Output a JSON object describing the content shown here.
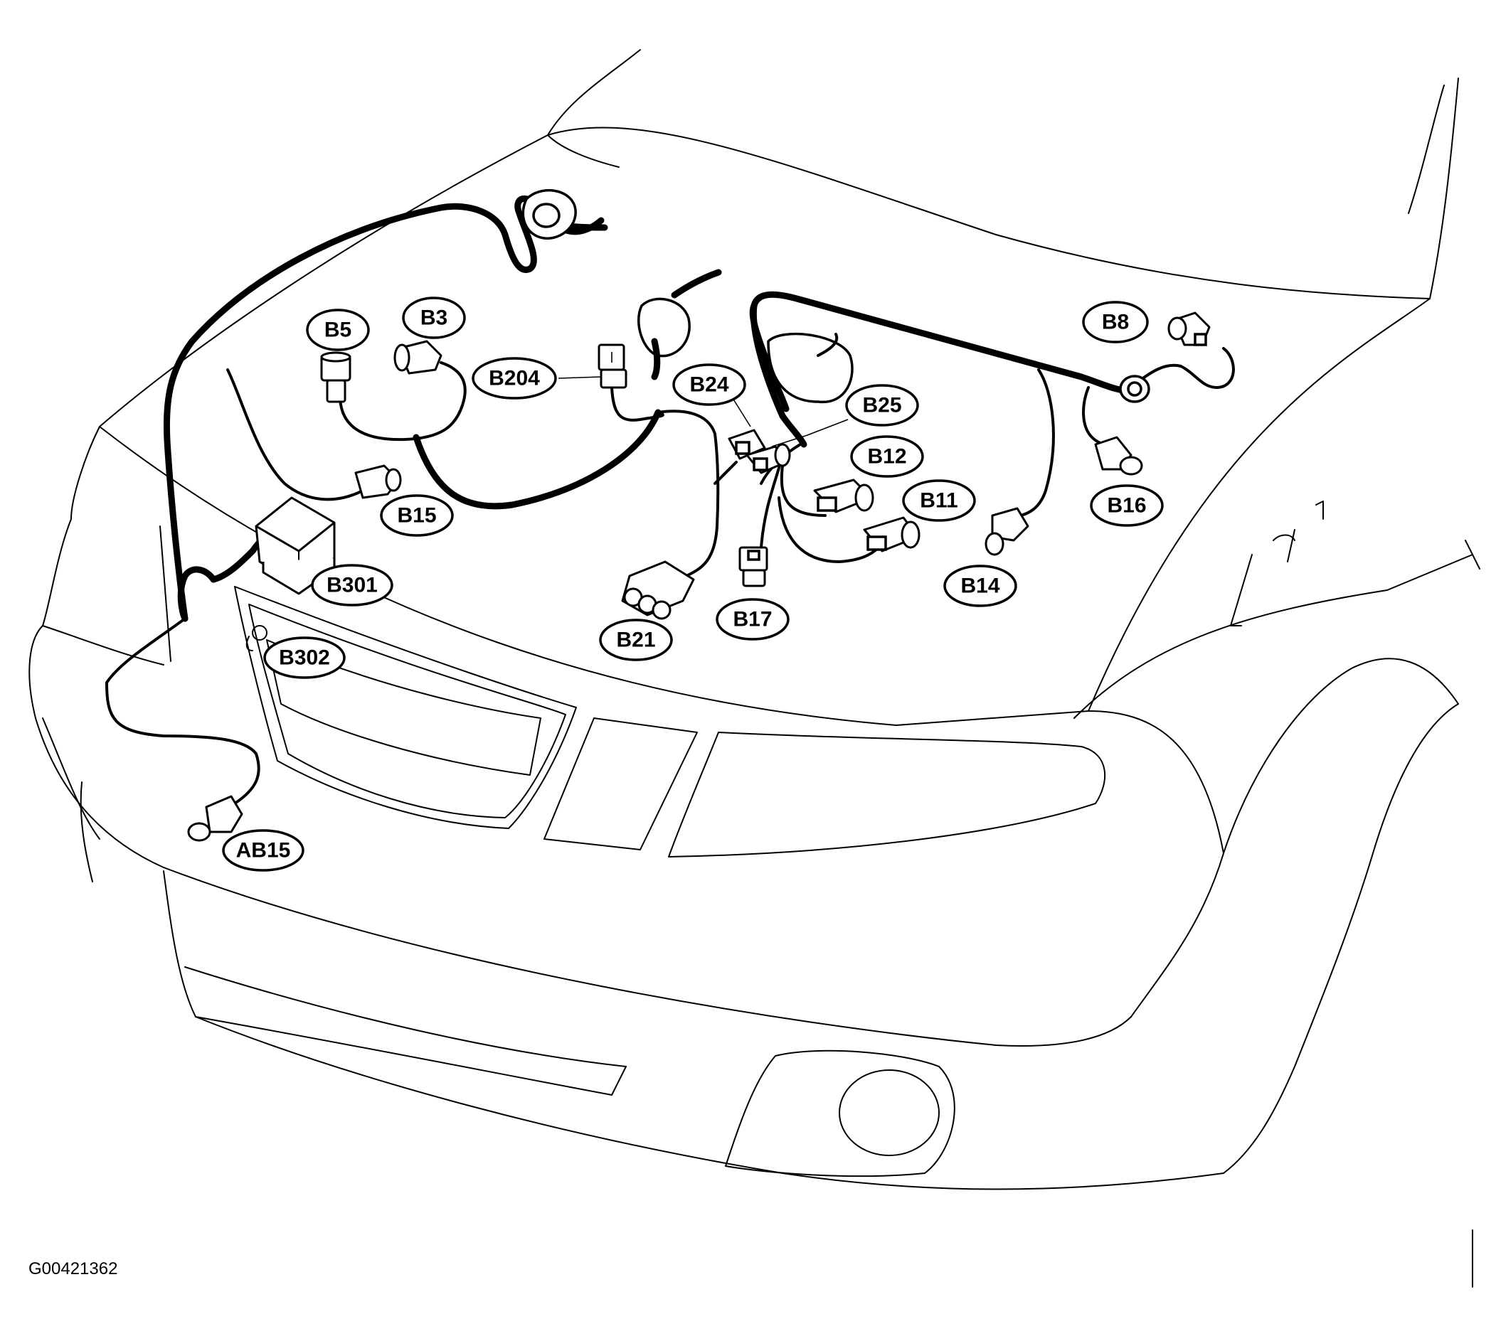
{
  "figure_id": "G00421362",
  "connectors": [
    {
      "id": "b5",
      "label": "B5"
    },
    {
      "id": "b3",
      "label": "B3"
    },
    {
      "id": "b204",
      "label": "B204"
    },
    {
      "id": "b24",
      "label": "B24"
    },
    {
      "id": "b25",
      "label": "B25"
    },
    {
      "id": "b12",
      "label": "B12"
    },
    {
      "id": "b11",
      "label": "B11"
    },
    {
      "id": "b8",
      "label": "B8"
    },
    {
      "id": "b16",
      "label": "B16"
    },
    {
      "id": "b14",
      "label": "B14"
    },
    {
      "id": "b15",
      "label": "B15"
    },
    {
      "id": "b301",
      "label": "B301"
    },
    {
      "id": "b302",
      "label": "B302"
    },
    {
      "id": "b21",
      "label": "B21"
    },
    {
      "id": "b17",
      "label": "B17"
    },
    {
      "id": "ab15",
      "label": "AB15"
    }
  ]
}
